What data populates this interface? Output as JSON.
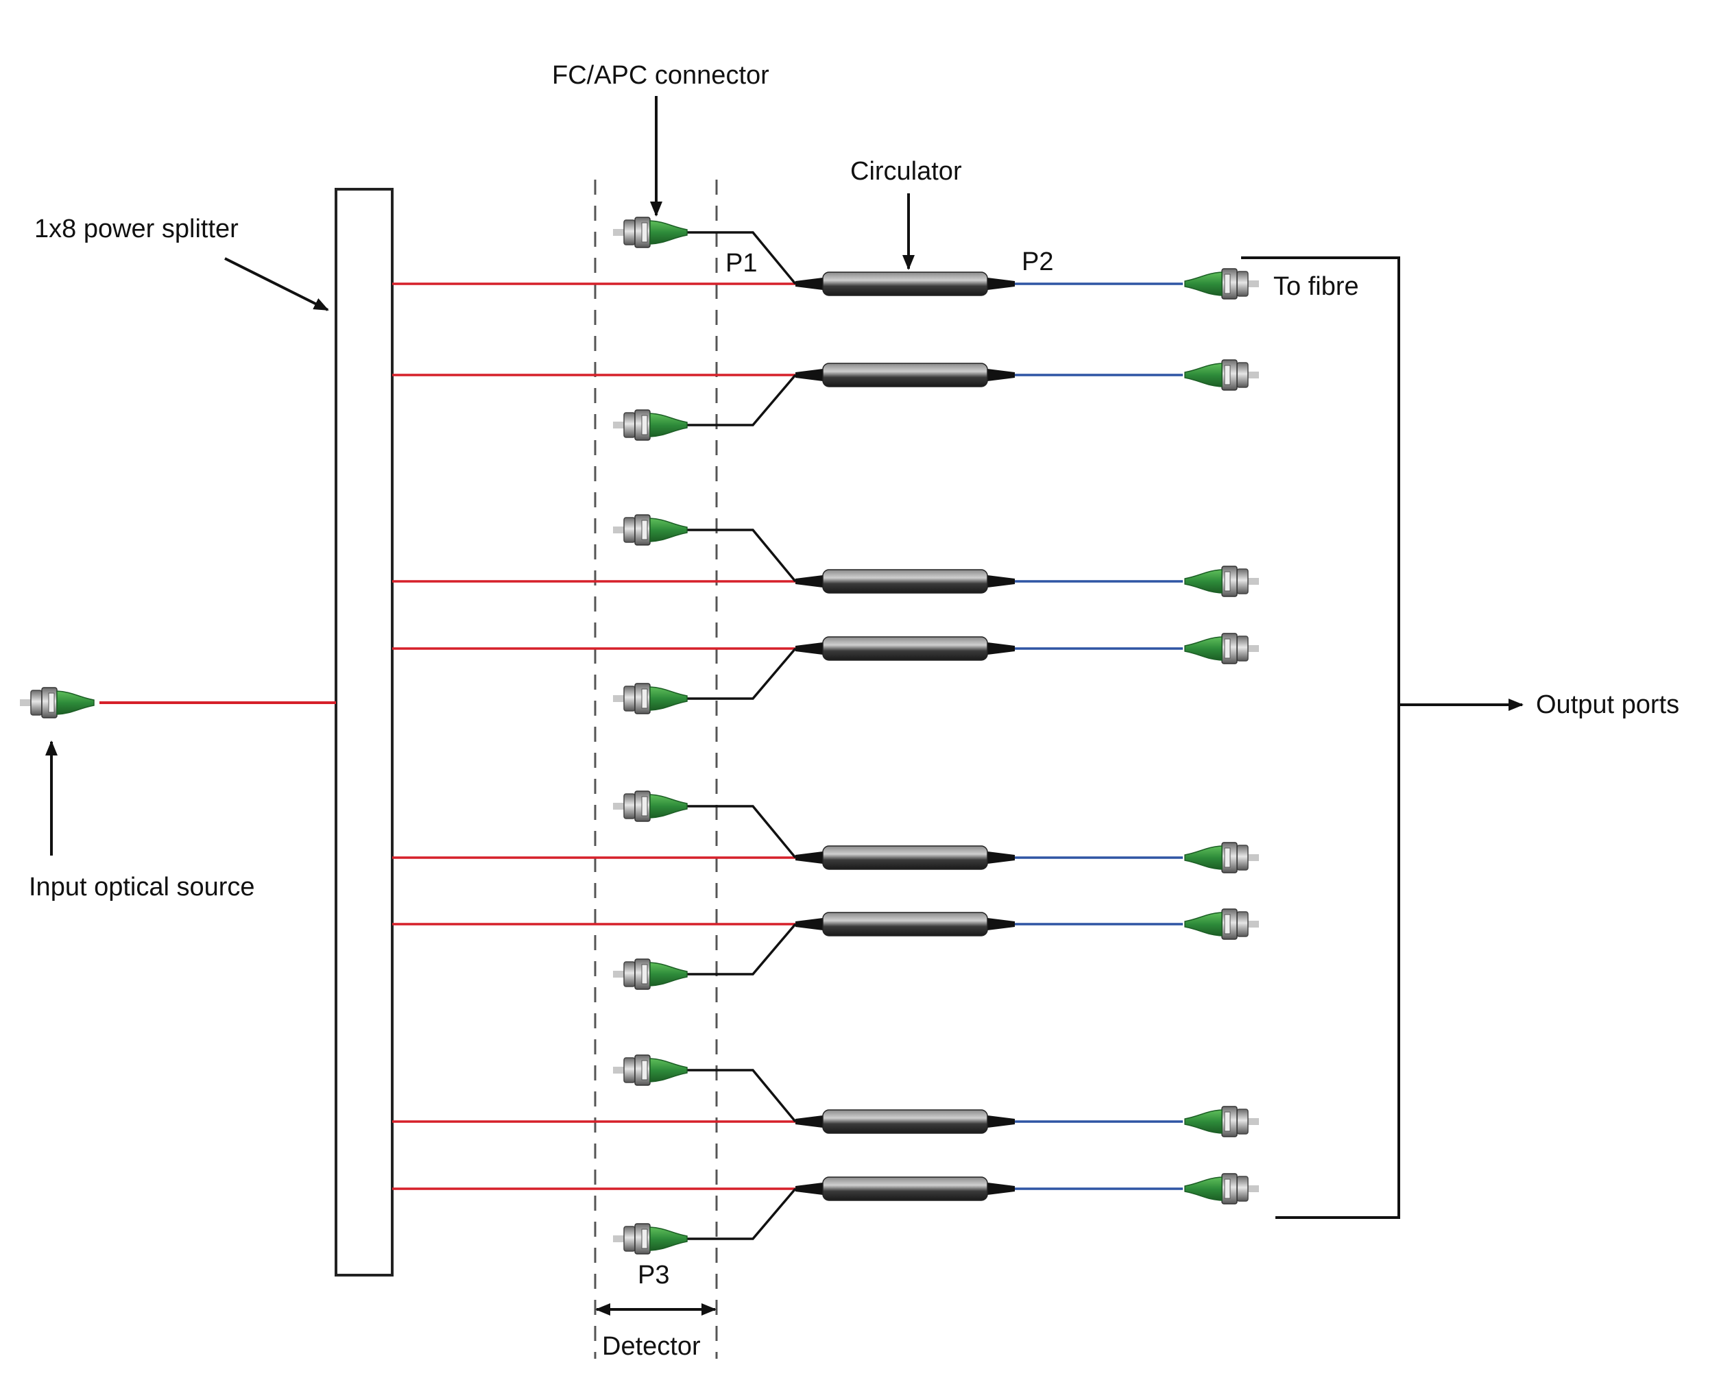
{
  "labels": {
    "fc_apc": "FC/APC connector",
    "circulator": "Circulator",
    "splitter": "1x8 power splitter",
    "p1": "P1",
    "p2": "P2",
    "p3": "P3",
    "to_fibre": "To fibre",
    "output_ports": "Output ports",
    "input_source": "Input optical source",
    "detector": "Detector"
  },
  "channel_count": 8,
  "colors": {
    "input_fibre": "#d6202a",
    "output_fibre": "#2f55a4",
    "detector_fibre": "#111111",
    "connector_boot": "#2e8b3a",
    "connector_body": "#9a9a9a",
    "circulator_body": "#444444",
    "dashed": "#555555"
  },
  "icons": {
    "connector": "fc-apc-connector-icon",
    "circulator": "circulator-icon"
  }
}
